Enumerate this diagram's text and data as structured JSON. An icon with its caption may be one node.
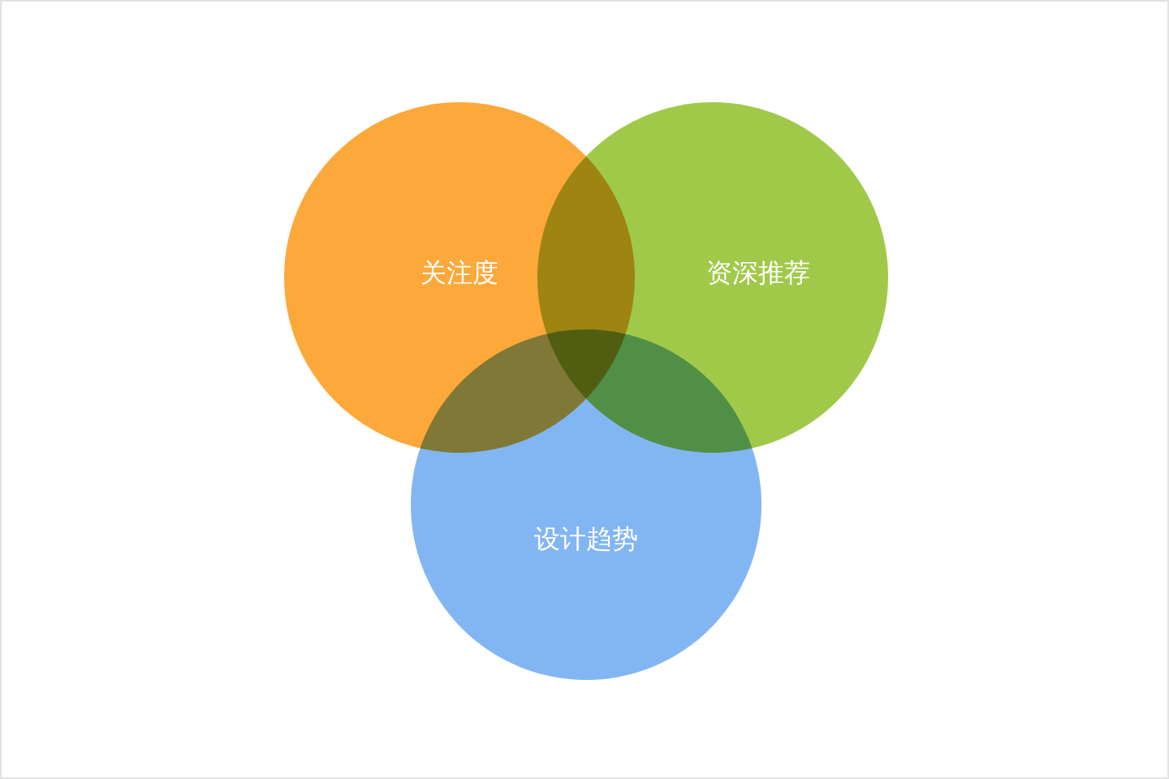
{
  "diagram": {
    "nodes": [
      {
        "text": [
          "关注度"
        ]
      },
      {
        "text": [
          "资深推荐"
        ]
      },
      {
        "text": [
          "设计趋势"
        ]
      }
    ]
  }
}
